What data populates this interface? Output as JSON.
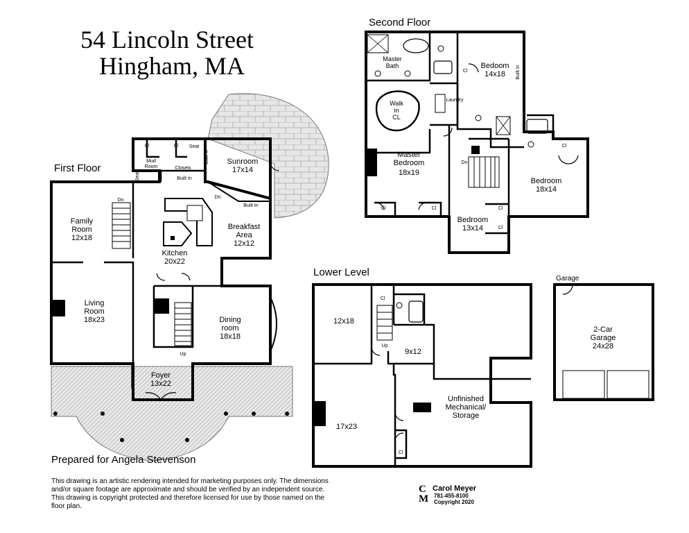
{
  "title": {
    "line1": "54 Lincoln Street",
    "line2": "Hingham, MA"
  },
  "floors": {
    "first": "First Floor",
    "second": "Second Floor",
    "lower": "Lower Level",
    "garage": "Garage"
  },
  "first_floor_rooms": {
    "family_room": [
      "Family",
      "Room",
      "12x18"
    ],
    "living_room": [
      "Living",
      "Room",
      "18x23"
    ],
    "kitchen": [
      "Kitchen",
      "20x22"
    ],
    "breakfast": [
      "Breakfast",
      "Area",
      "12x12"
    ],
    "sunroom": [
      "Sunroom",
      "17x14"
    ],
    "dining": [
      "Dining",
      "room",
      "18x18"
    ],
    "foyer": [
      "Foyer",
      "13x22"
    ],
    "mud_room": [
      "Mud",
      "Room"
    ],
    "closets": "Closets",
    "built_in_1": "Built In",
    "built_in_2": "Built In",
    "built_in_3": "Built In",
    "seat_1": "Seat",
    "seat_2": "Seat",
    "cl_1": "Cl",
    "cl_2": "Cl",
    "dn_1": "Dn",
    "dn_2": "Dn",
    "up_1": "Up"
  },
  "second_floor_rooms": {
    "master_bath": [
      "Master",
      "Bath"
    ],
    "walk_in": [
      "Walk",
      "in",
      "CL"
    ],
    "master_bedroom": [
      "Master",
      "Bedroom",
      "18x19"
    ],
    "laundry": "Laundry",
    "bedroom_a": [
      "Bedoom",
      "14x18"
    ],
    "bedroom_b": [
      "Bedroom",
      "18x14"
    ],
    "bedroom_c": [
      "Bedroom",
      "13x14"
    ],
    "built_in": "Built In",
    "dn": "Dn",
    "cl": "Cl"
  },
  "lower_level_rooms": {
    "room_a": "12x18",
    "room_b": "9x12",
    "room_c": "17x23",
    "mechanical": [
      "Unfinished",
      "Mechanical/",
      "Storage"
    ],
    "cl": "Cl",
    "up": "Up"
  },
  "garage_rooms": {
    "garage": [
      "2-Car",
      "Garage",
      "24x28"
    ]
  },
  "prepared_for": "Prepared for Angela Stevenson",
  "disclaimer": [
    "This drawing is an artistic rendering intended for marketing purposes only.  The dimensions",
    "and/or square footage are approximate and should be verified by an independent source.",
    "This drawing is copyright protected and therefore licensed for use by those named on the",
    "floor plan."
  ],
  "brand": {
    "mark_top": "C",
    "mark_bottom": "M",
    "name": "Carol Meyer",
    "phone": "781-455-8100",
    "copyright": "Copyright 2020"
  },
  "colors": {
    "wall": "#000000",
    "patio_fill": "#e3e3e3",
    "patio_lines": "#9a9a9a",
    "background": "#ffffff"
  }
}
